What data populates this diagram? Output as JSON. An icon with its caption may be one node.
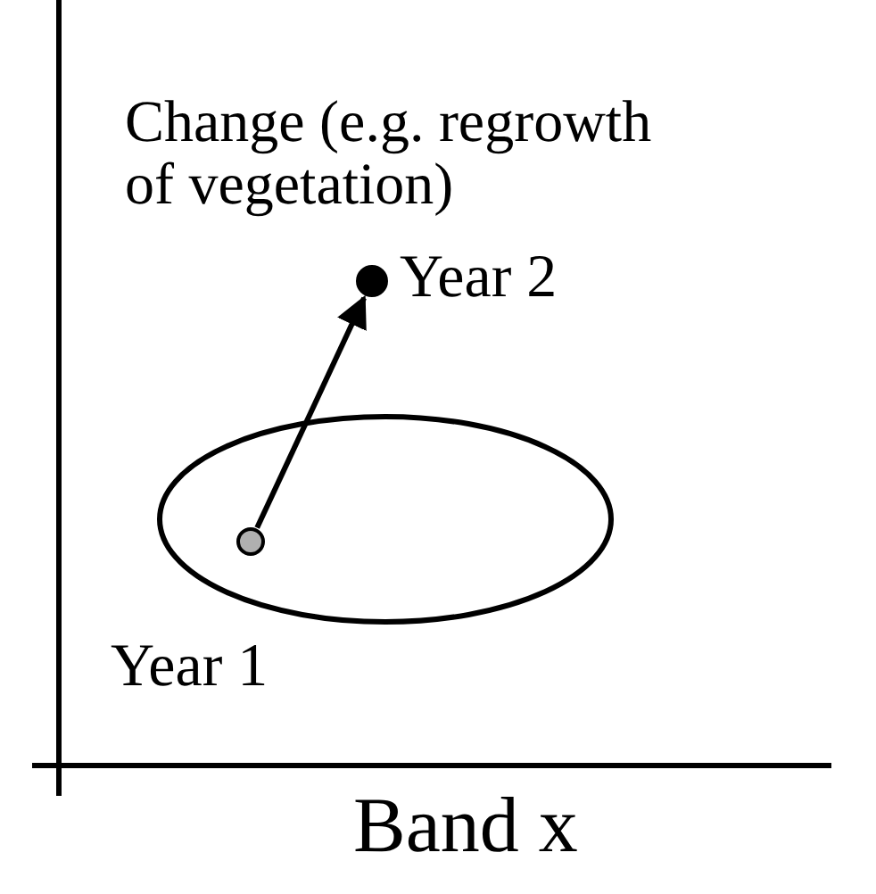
{
  "diagram": {
    "nodes": [
      {
        "text": [],
        "shape": "ellipse"
      },
      {
        "text": [],
        "shape": "circle",
        "in": 0,
        "beside": [
          "Year 1"
        ]
      },
      {
        "text": [],
        "shape": "circle",
        "beside": [
          "Year 2"
        ]
      }
    ],
    "edges": [
      {
        "from": 1,
        "to": 2,
        "arrow": "to",
        "label": "Change (e.g. regrowth of vegetation)"
      }
    ],
    "labels": [
      "Band x"
    ]
  }
}
